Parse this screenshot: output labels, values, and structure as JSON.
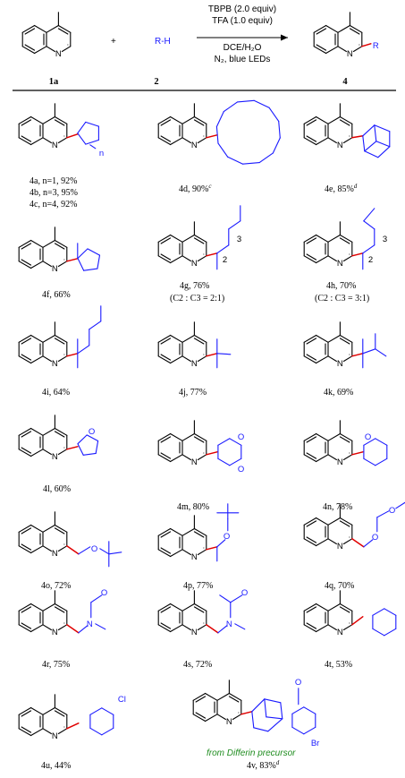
{
  "colors": {
    "bond": "#000000",
    "new_bond": "#e00000",
    "substituent": "#1a1aff",
    "note": "#1e8c1e"
  },
  "reaction": {
    "reagent": "R-H",
    "condition_1": "TBPB (2.0 equiv)",
    "condition_2": "TFA (1.0 equiv)",
    "condition_3": "DCE/H₂O",
    "condition_4": "N₂, blue LEDs",
    "plus": "+",
    "label_start": "1a",
    "label_reagent": "2",
    "label_product": "4",
    "R_label": "R"
  },
  "atom_labels": {
    "N": "N",
    "n": "n",
    "Cl": "Cl",
    "Br": "Br",
    "O": "O",
    "two": "2",
    "three": "3"
  },
  "products": {
    "p4a": "4a, n=1, 92%",
    "p4b": "4b, n=3, 95%",
    "p4c": "4c, n=4, 92%",
    "p4d": "4d, 90%",
    "p4d_sup": "c",
    "p4e": "4e, 85%",
    "p4e_sup": "d",
    "p4f": "4f, 66%",
    "p4g": "4g, 76%",
    "p4g_ratio": "(C2 : C3 = 2:1)",
    "p4h": "4h, 70%",
    "p4h_ratio": "(C2 : C3 = 3:1)",
    "p4i": "4i, 64%",
    "p4j": "4j, 77%",
    "p4k": "4k, 69%",
    "p4l": "4l, 60%",
    "p4m": "4m, 80%",
    "p4n": "4n, 78%",
    "p4o": "4o, 72%",
    "p4p": "4p, 77%",
    "p4q": "4q, 70%",
    "p4r": "4r, 75%",
    "p4s": "4s, 72%",
    "p4t": "4t, 53%",
    "p4u": "4u, 44%",
    "p4v": "4v, 83%",
    "p4v_sup": "d",
    "differin_note": "from Differin precursor"
  }
}
